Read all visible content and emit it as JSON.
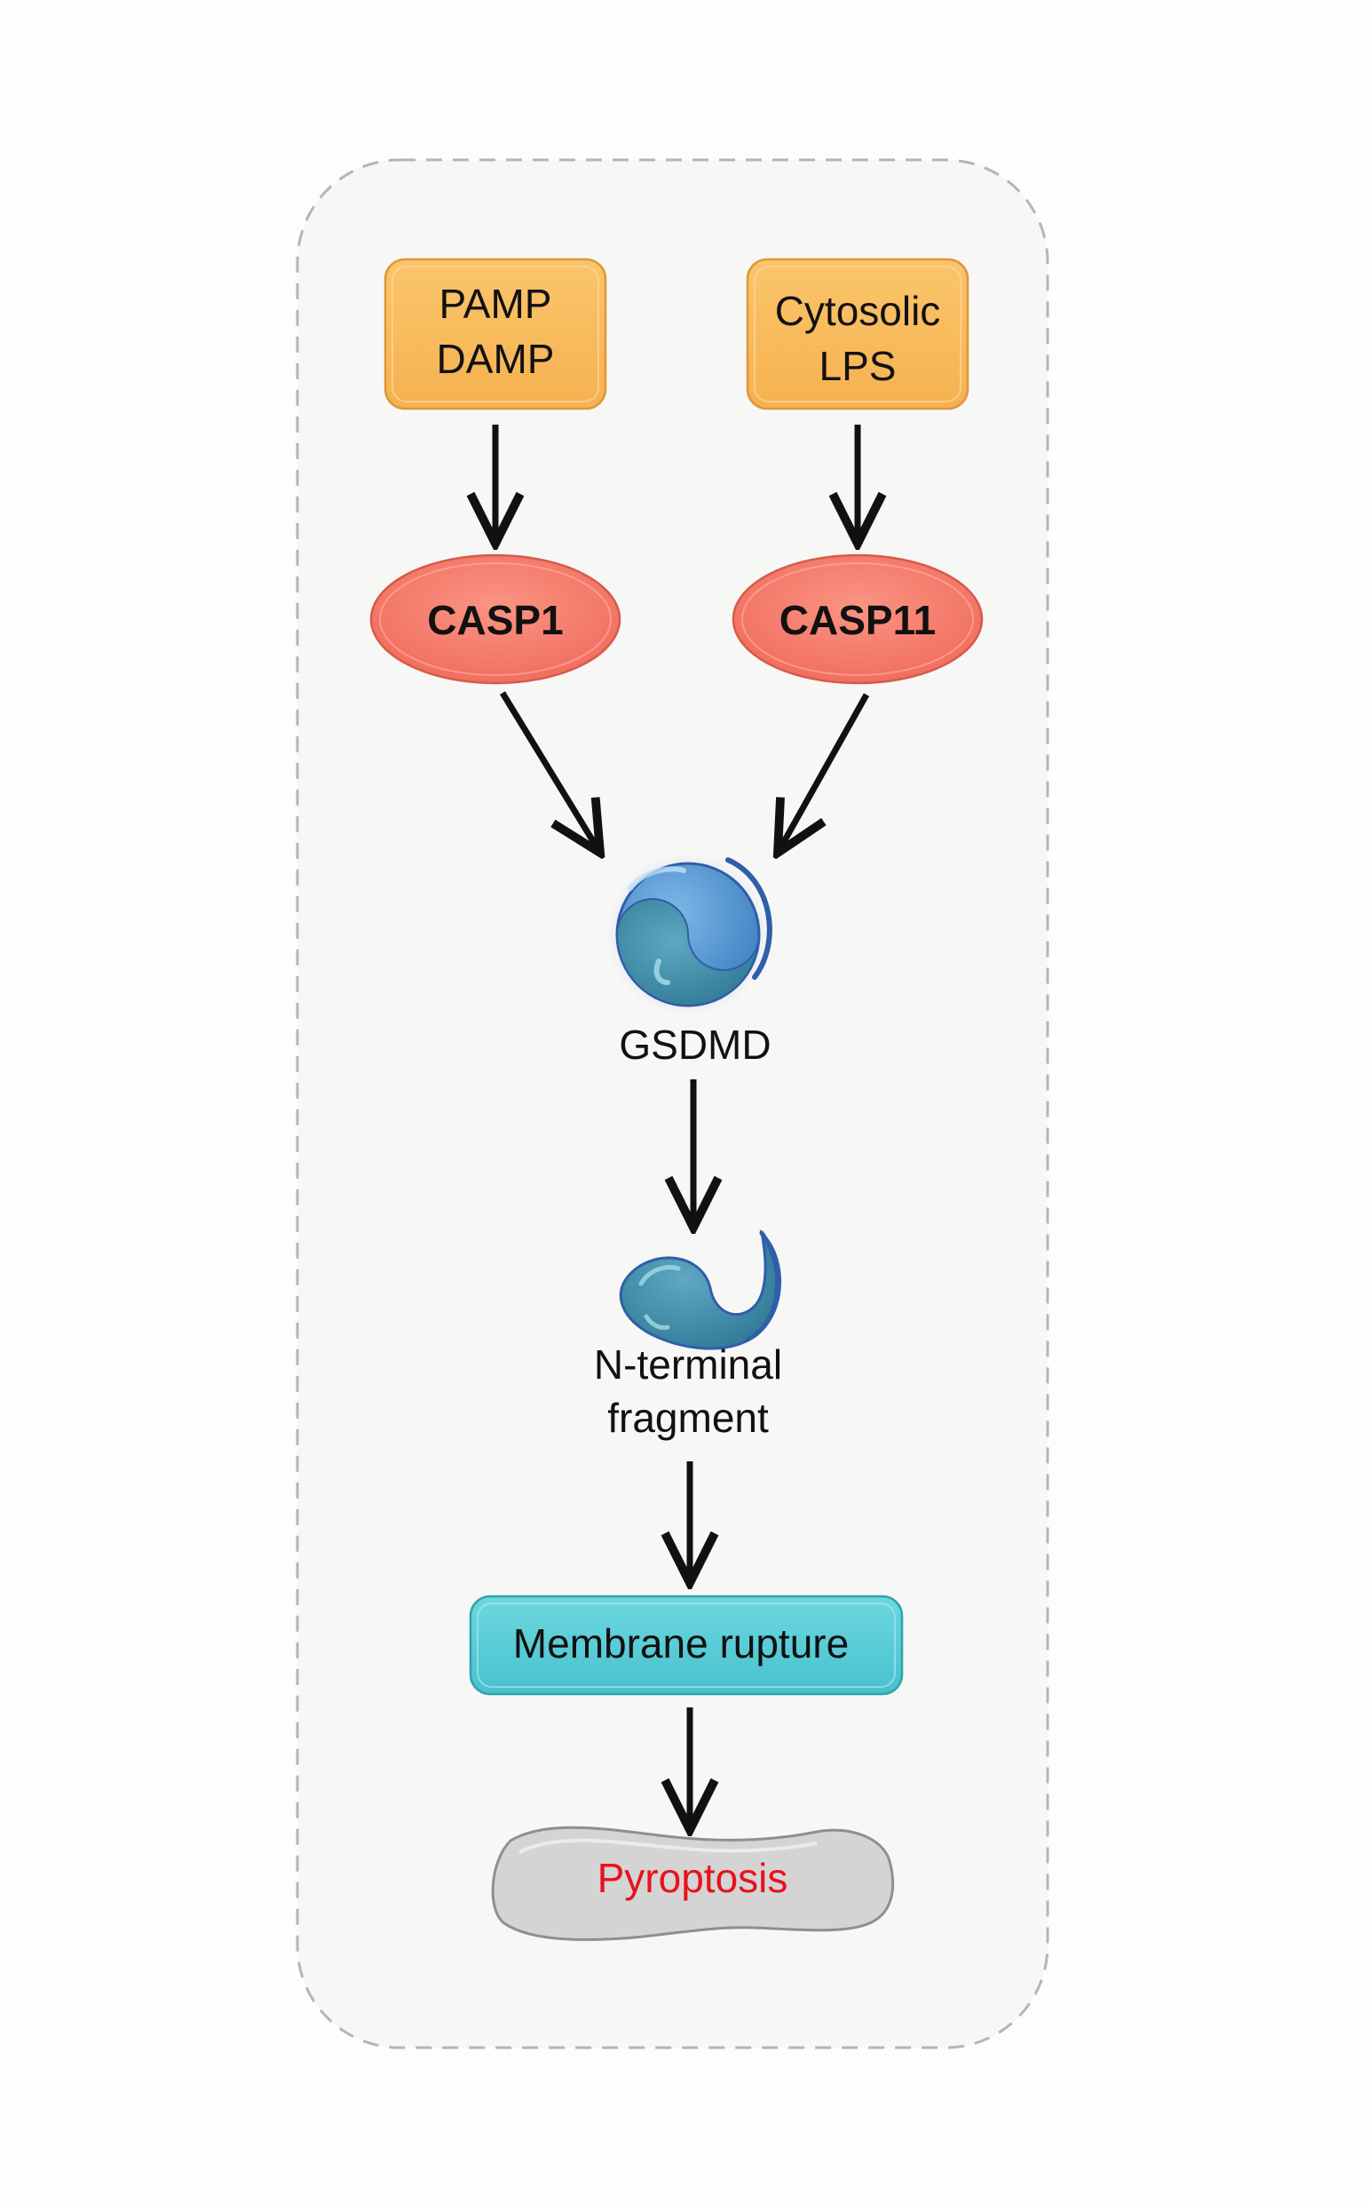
{
  "nodes": {
    "pamp_damp": {
      "lines": [
        "PAMP",
        "DAMP"
      ],
      "fill": "#F9BC5C",
      "stroke": "#E0963A"
    },
    "cytosolic_lps": {
      "lines": [
        "Cytosolic",
        "LPS"
      ],
      "fill": "#F9BC5C",
      "stroke": "#E0963A"
    },
    "casp1": {
      "label": "CASP1",
      "fill": "#F47D6D",
      "stroke": "#D55B4C"
    },
    "casp11": {
      "label": "CASP11",
      "fill": "#F47D6D",
      "stroke": "#D55B4C"
    },
    "gsdmd": {
      "label": "GSDMD",
      "icon": "gsdmd-protein-icon"
    },
    "n_terminal": {
      "lines": [
        "N-terminal",
        "fragment"
      ],
      "icon": "n-terminal-fragment-icon"
    },
    "membrane_rupture": {
      "label": "Membrane rupture",
      "fill": "#53CCD7",
      "stroke": "#2FA3AE"
    },
    "pyroptosis": {
      "label": "Pyroptosis",
      "color": "#E8121B",
      "fill": "#D4D4D4"
    }
  },
  "edges": [
    {
      "from": "PAMP DAMP",
      "to": "CASP1"
    },
    {
      "from": "Cytosolic LPS",
      "to": "CASP11"
    },
    {
      "from": "CASP1",
      "to": "GSDMD"
    },
    {
      "from": "CASP11",
      "to": "GSDMD"
    },
    {
      "from": "GSDMD",
      "to": "N-terminal fragment"
    },
    {
      "from": "N-terminal fragment",
      "to": "Membrane rupture"
    },
    {
      "from": "Membrane rupture",
      "to": "Pyroptosis"
    }
  ],
  "style": {
    "frame_border": "#B5B5B5",
    "frame_fill": "#F7F7F5",
    "arrow_color": "#111111"
  }
}
